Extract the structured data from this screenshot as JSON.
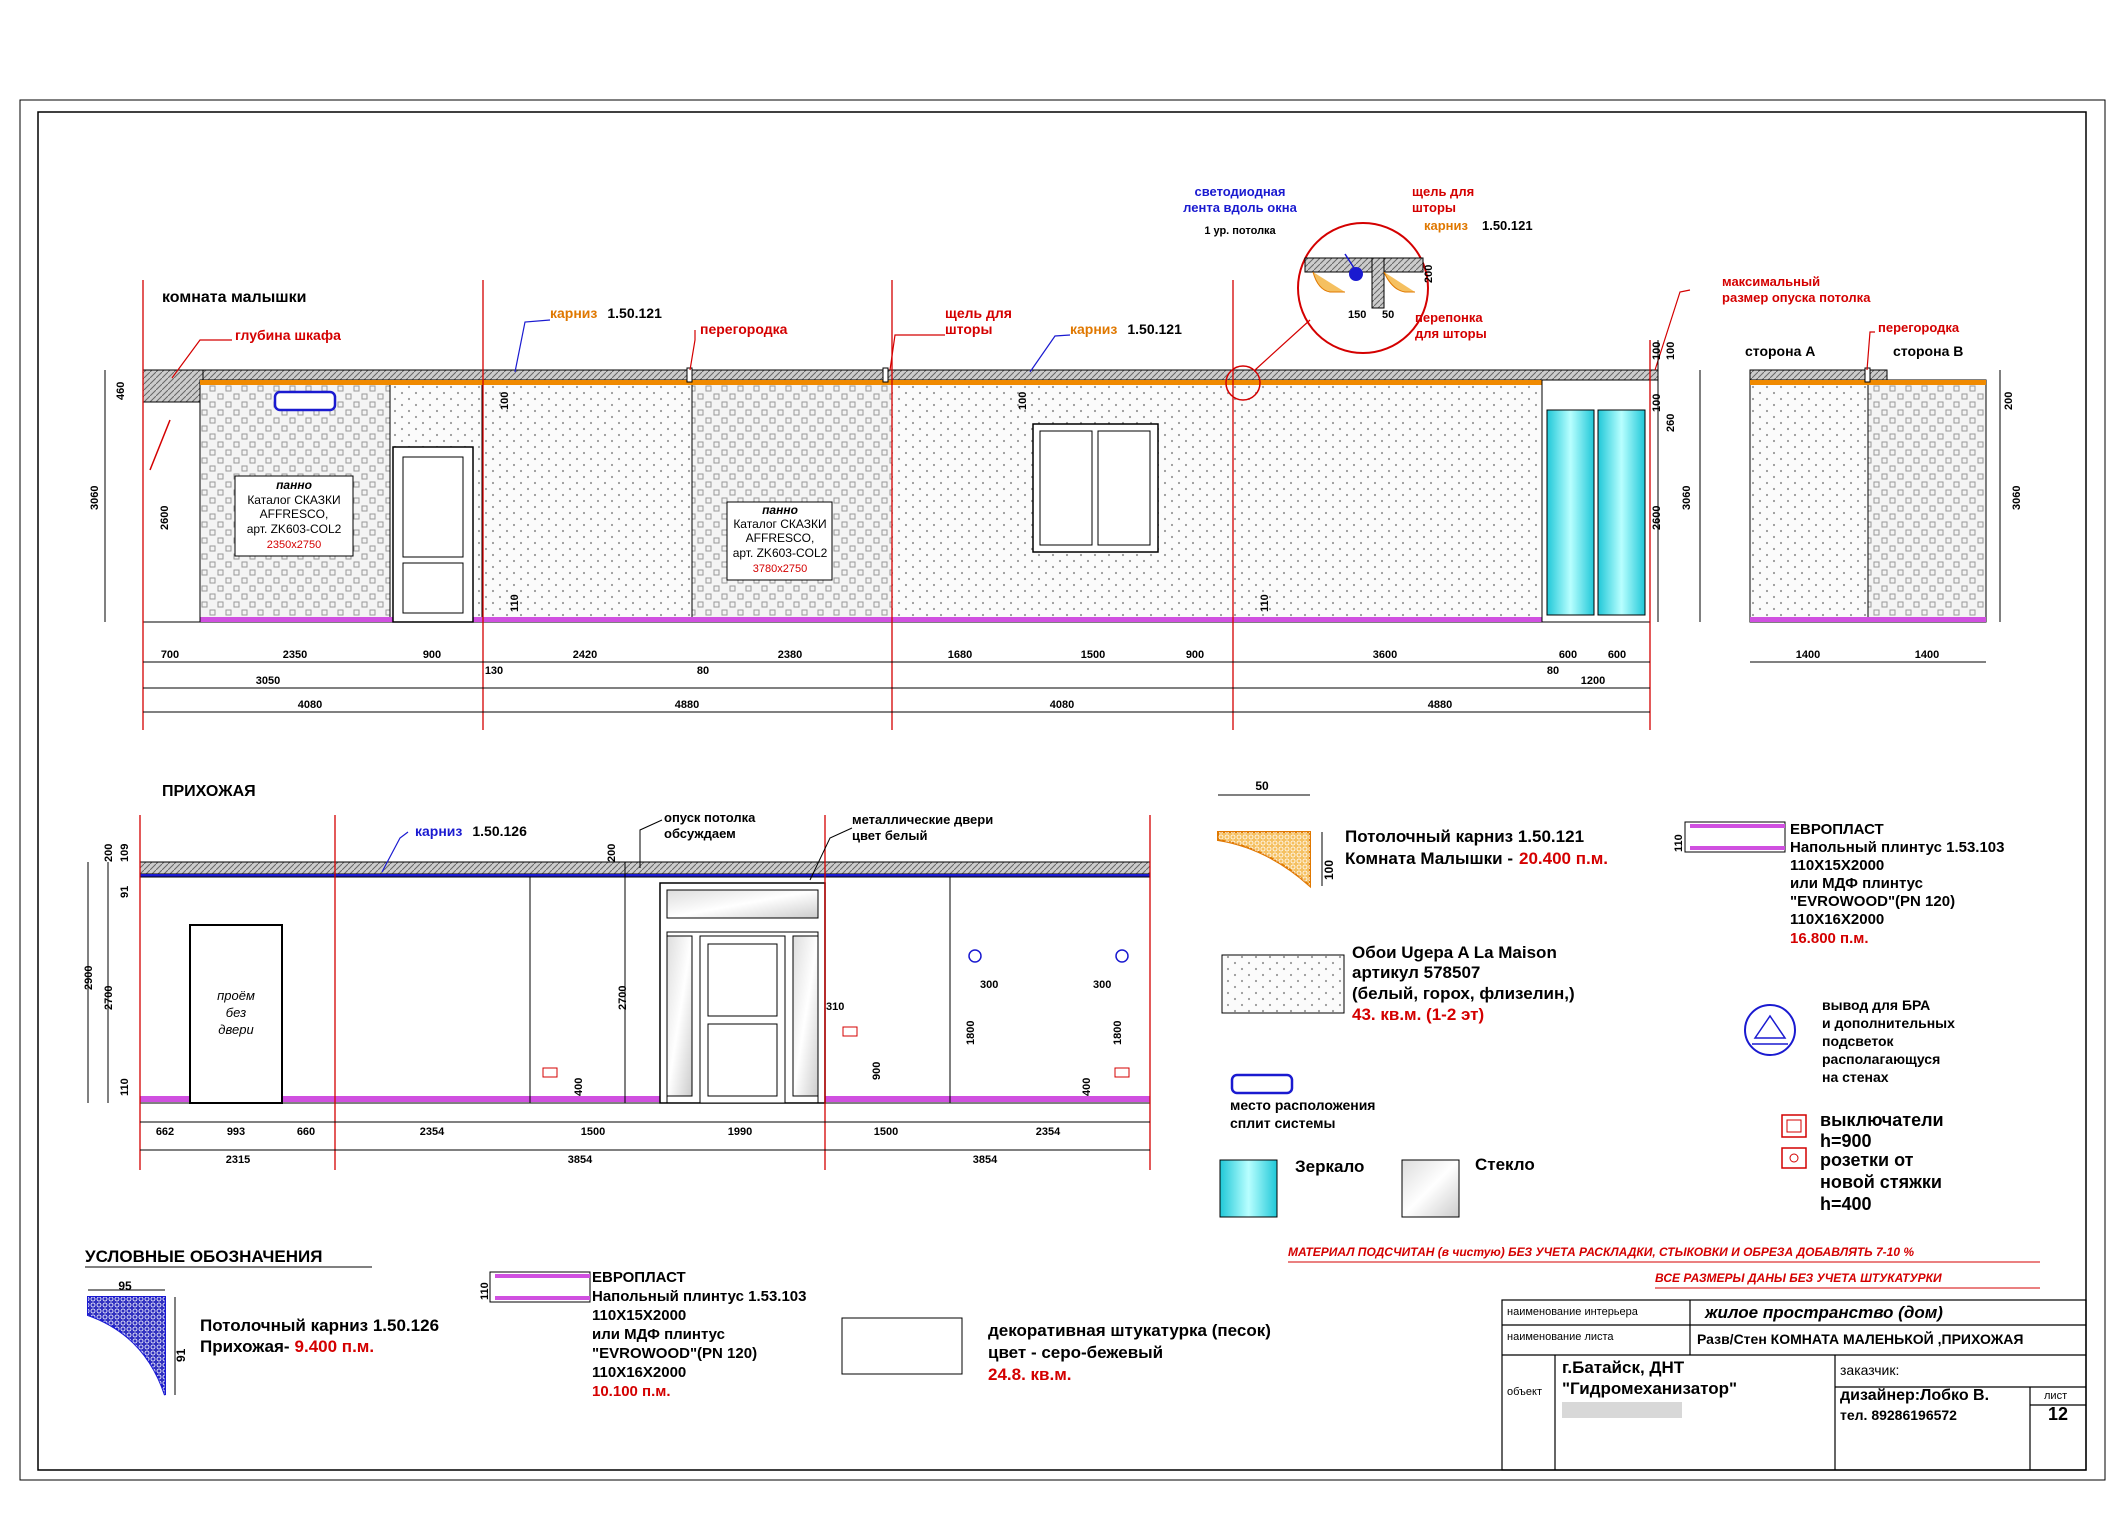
{
  "colors": {
    "red": "#d40000",
    "orange": "#e07800",
    "blue": "#1a1ad0",
    "magenta": "#cc00cc",
    "cyan": "#40f0f0",
    "line": "#000000"
  },
  "top": {
    "room_title": "комната малышки",
    "depth_label": "глубина шкафа",
    "cornice1": {
      "word": "карниз",
      "code": "1.50.121"
    },
    "partition1": "перегородка",
    "slot1": [
      "щель для",
      "шторы"
    ],
    "cornice2": {
      "word": "карниз",
      "code": "1.50.121"
    },
    "detail": {
      "led": [
        "светодиодная",
        "лента вдоль окна"
      ],
      "level": "1 ур. потолка",
      "slot": [
        "щель для",
        "шторы"
      ],
      "cornice_word": "карниз",
      "cornice_code": "1.50.121",
      "dim200": "200",
      "dim150": "150",
      "dim50": "50",
      "jumper": [
        "перепонка",
        "для шторы"
      ]
    },
    "max_drop": [
      "максимальный",
      "размер опуска потолка"
    ],
    "side_a": "сторона А",
    "partition2": "перегородка",
    "side_b": "сторона В",
    "panel1": {
      "t1": "панно",
      "t2": "Каталог СКАЗКИ",
      "t3": "AFFRESCO,",
      "t4": "арт. ZK603-COL2",
      "size": "2350x2750"
    },
    "panel2": {
      "t1": "панно",
      "t2": "Каталог СКАЗКИ",
      "t3": "AFFRESCO,",
      "t4": "арт. ZK603-COL2",
      "size": "3780x2750"
    },
    "left_dims": [
      "460",
      "3060",
      "2600"
    ],
    "inner_dims": [
      "100",
      "110",
      "100",
      "110"
    ],
    "right_dims": [
      "100",
      "100",
      "100",
      "260",
      "2600",
      "3060"
    ],
    "side_dims": [
      "200",
      "3060"
    ],
    "row1": [
      "700",
      "2350",
      "900",
      "2420",
      "2380",
      "1680",
      "1500",
      "900",
      "3600",
      "600",
      "600",
      "1400",
      "1400"
    ],
    "small": [
      "130",
      "80",
      "80"
    ],
    "row2": [
      "3050",
      "1200"
    ],
    "row3": [
      "4080",
      "4880",
      "4080",
      "4880"
    ]
  },
  "hall": {
    "title": "ПРИХОЖАЯ",
    "cornice": {
      "word": "карниз",
      "code": "1.50.126"
    },
    "drop": [
      "опуск потолка",
      "обсуждаем"
    ],
    "doors": [
      "металлические двери",
      "цвет белый"
    ],
    "opening": [
      "проём",
      "без",
      "двери"
    ],
    "left_dims": [
      "200",
      "109",
      "91",
      "2900",
      "2700",
      "110"
    ],
    "dims_mid": [
      "200",
      "2700"
    ],
    "d310": "310",
    "d900": "900",
    "d400a": "400",
    "d400b": "400",
    "d300a": "300",
    "d300b": "300",
    "d1800a": "1800",
    "d1800b": "1800",
    "row1": [
      "662",
      "993",
      "660",
      "2354",
      "1500",
      "1990",
      "1500",
      "2354"
    ],
    "row2": [
      "2315",
      "3854",
      "3854"
    ]
  },
  "legend": {
    "cornice121": {
      "dim50": "50",
      "dim100": "100",
      "l1": "Потолочный карниз 1.50.121",
      "l2a": "Комната Малышки -",
      "l2b": "20.400 п.м."
    },
    "plinth1": {
      "dim": "110",
      "l1": "ЕВРОПЛАСТ",
      "l2": "Напольный плинтус 1.53.103",
      "l3": "110Х15Х2000",
      "l4": "или  МДФ плинтус",
      "l5": "\"EVROWOOD\"(PN 120)",
      "l6": "110Х16Х2000",
      "l7": "16.800 п.м."
    },
    "wallpaper": {
      "l1": "Обои Ugepa A La Maison",
      "l2": "артикул 578507",
      "l3": "(белый, горох, флизелин,)",
      "l4": "43. кв.м. (1-2 эт)"
    },
    "bra": [
      "вывод для БРА",
      "и дополнительных",
      "подсветок",
      "располагающуся",
      "на стенах"
    ],
    "split": [
      "место расположения",
      "сплит системы"
    ],
    "switches": [
      "выключатели",
      "h=900"
    ],
    "sockets": [
      "розетки от",
      "новой стяжки",
      "h=400"
    ],
    "mirror": "Зеркало",
    "glass": "Стекло",
    "legend_title": "УСЛОВНЫЕ ОБОЗНАЧЕНИЯ",
    "cornice126": {
      "dim95": "95",
      "dim91": "91",
      "l1": "Потолочный карниз 1.50.126",
      "l2a": "Прихожая-",
      "l2b": "9.400 п.м."
    },
    "plinth2": {
      "dim": "110",
      "l1": "ЕВРОПЛАСТ",
      "l2": "Напольный плинтус 1.53.103",
      "l3": "110Х15Х2000",
      "l4": "или  МДФ плинтус",
      "l5": "\"EVROWOOD\"(PN 120)",
      "l6": "110Х16Х2000",
      "l7": "10.100 п.м."
    },
    "plaster": {
      "l1": "декоративная штукатурка (песок)",
      "l2": "цвет - серо-бежевый",
      "l3": "24.8. кв.м."
    },
    "note1": "МАТЕРИАЛ ПОДСЧИТАН (в чистую) БЕЗ УЧЕТА РАСКЛАДКИ, СТЫКОВКИ И ОБРЕЗА ДОБАВЛЯТЬ 7-10 %",
    "note2": "ВСЕ РАЗМЕРЫ ДАНЫ БЕЗ УЧЕТА ШТУКАТУРКИ"
  },
  "stamp": {
    "interior_label": "наименование интерьера",
    "interior": "жилое пространство  (дом)",
    "sheet_label": "наименование листа",
    "sheet": "Разв/Стен КОМНАТА МАЛЕНЬКОЙ ,ПРИХОЖАЯ",
    "object_label": "объект",
    "object1": "г.Батайск, ДНТ",
    "object2": "\"Гидромеханизатор\"",
    "client_label": "заказчик:",
    "designer": "дизайнер:Лобко В.",
    "phone": "тел. 89286196572",
    "sheet_no_label": "лист",
    "sheet_no": "12"
  }
}
